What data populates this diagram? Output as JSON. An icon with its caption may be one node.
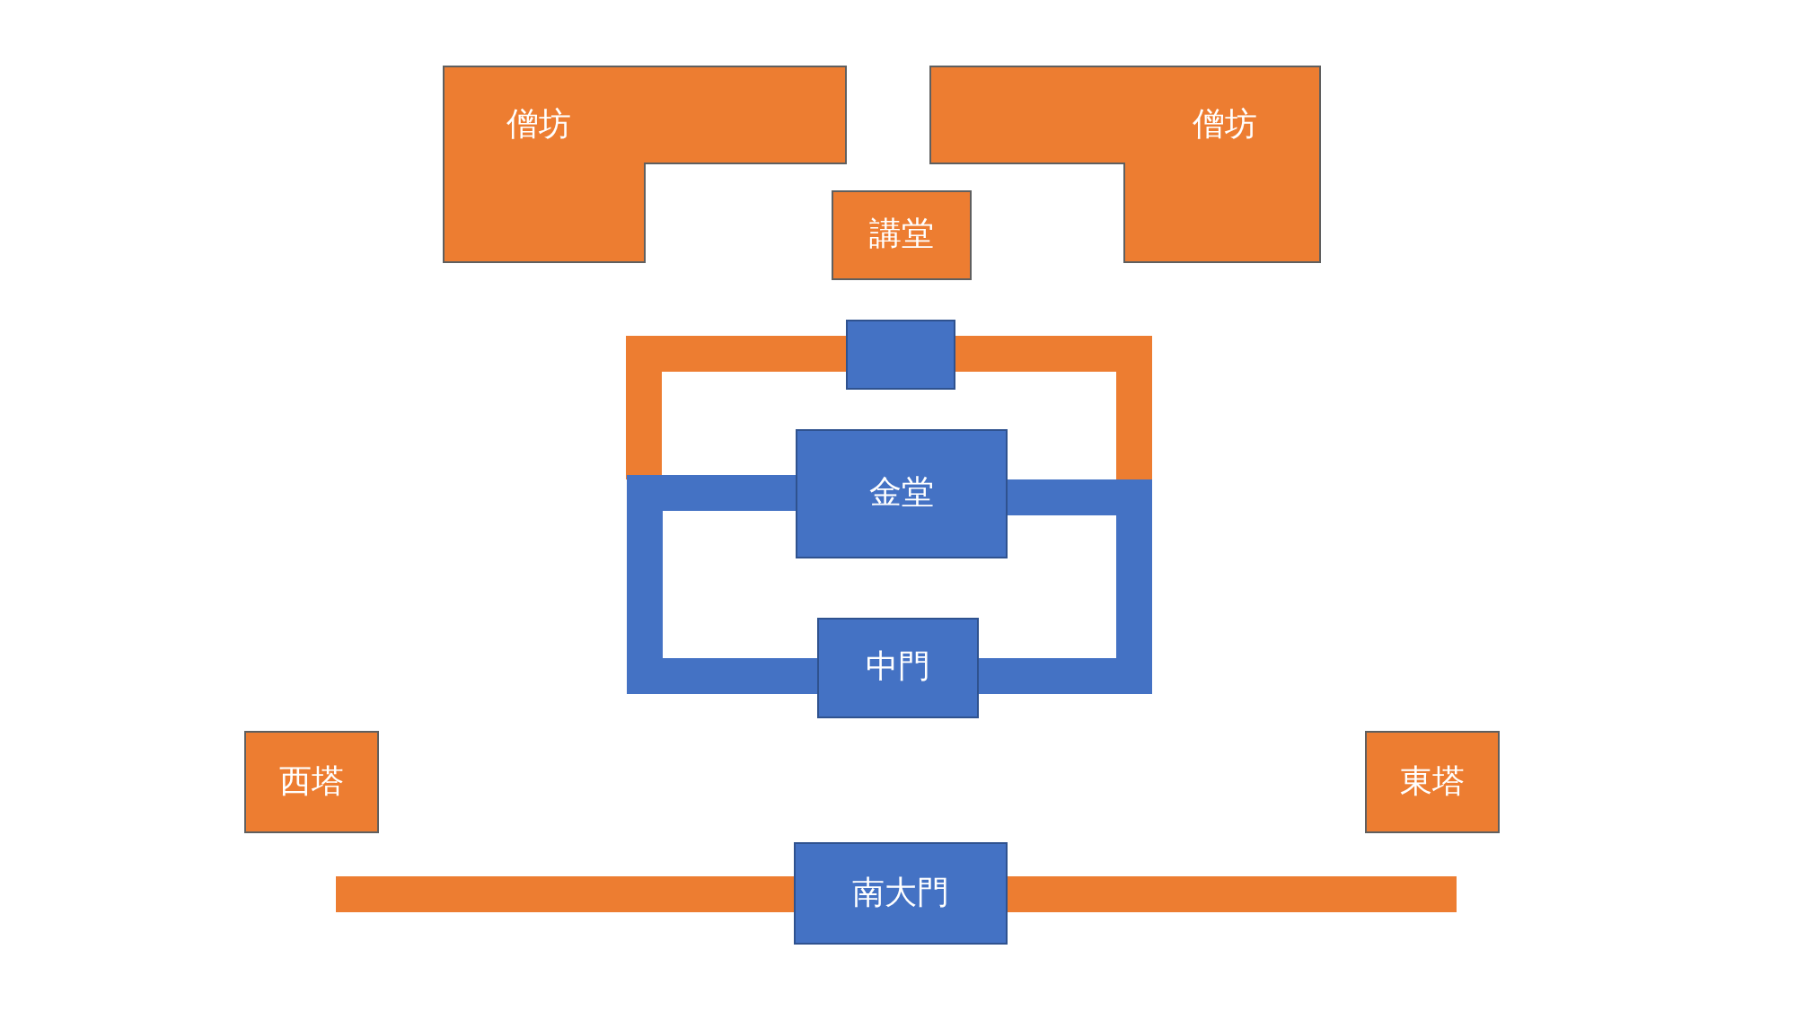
{
  "diagram": {
    "nodes": [
      {
        "text": [
          "僧坊"
        ]
      },
      {
        "text": [
          "僧坊"
        ]
      },
      {
        "text": [
          "講堂"
        ]
      },
      {
        "text": [],
        "shape": "box"
      },
      {
        "text": [
          "金堂"
        ]
      },
      {
        "text": [
          "中門"
        ]
      },
      {
        "text": [
          "西塔"
        ]
      },
      {
        "text": [
          "東塔"
        ]
      },
      {
        "text": [
          "南大門"
        ]
      }
    ],
    "edges": [
      {
        "from": 3,
        "to": null,
        "arrow": "none"
      },
      {
        "from": 3,
        "to": null,
        "arrow": "none"
      },
      {
        "from": 4,
        "to": 5,
        "arrow": "none",
        "color": "#4472c4"
      },
      {
        "from": 4,
        "to": 5,
        "arrow": "none",
        "color": "#4472c4"
      },
      {
        "from": null,
        "to": 8,
        "arrow": "none"
      },
      {
        "from": 8,
        "to": null,
        "arrow": "none"
      }
    ]
  }
}
